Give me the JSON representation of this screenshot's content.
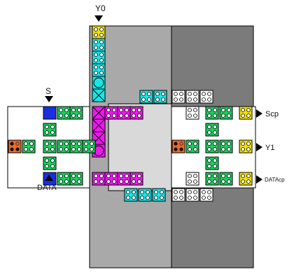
{
  "labels": {
    "y0": "Y0",
    "y1": "Y1",
    "s_in": "S",
    "data_in": "DATA",
    "scp": "Scp",
    "datacp": "DATAcp"
  },
  "colors": {
    "yellow": "#f2e200",
    "cyan": "#19e6e6",
    "green": "#19cf5c",
    "magenta": "#ee17ee",
    "blue": "#1a2fe0",
    "orange": "#e86a2a",
    "white": "#ffffff",
    "zone_mid": "#a9a9a9",
    "zone_right": "#7b7b7b",
    "zone_center": "#d9d9d9"
  },
  "tile_types": {
    "cyan": "four-dot",
    "yellow": "four-dot",
    "green": "four-dot",
    "magenta": "four-dot",
    "white": "four-dot",
    "blue": "plain",
    "orange": "three-dot",
    "cyan-circle": "circle",
    "cyan-x": "cross",
    "magenta-x": "cross",
    "magenta-circle": "circle"
  }
}
